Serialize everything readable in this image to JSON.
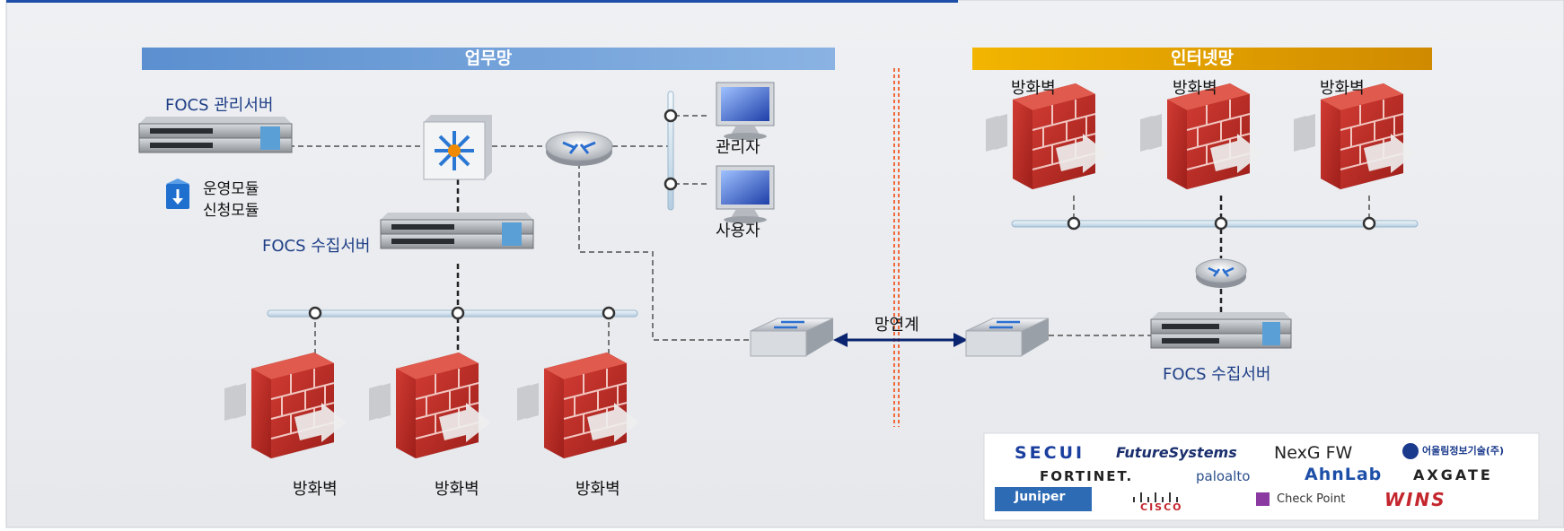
{
  "zones": {
    "business": {
      "title": "업무망"
    },
    "internet": {
      "title": "인터넷망"
    }
  },
  "labels": {
    "focs_mgmt_server": "FOCS 관리서버",
    "ops_module": "운영모듈",
    "request_module": "신청모듈",
    "focs_collect_server_left": "FOCS 수집서버",
    "focs_collect_server_right": "FOCS 수집서버",
    "admin": "관리자",
    "user": "사용자",
    "network_link": "망연계",
    "firewall": "방화벽"
  },
  "vendors": {
    "secui": "SECUI",
    "future_systems": "FutureSystems",
    "nexg": "NexG FW",
    "eoullim": "어울림정보기술(주)",
    "fortinet": "FORTINET.",
    "paloalto": "paloalto",
    "ahnlab": "AhnLab",
    "axgate": "AXGATE",
    "juniper": "Juniper",
    "cisco": "CISCO",
    "checkpoint": "Check Point",
    "wins": "WINS"
  },
  "colors": {
    "business_band": "#6f9fd6",
    "internet_band": "#e3a100",
    "firewall_red": "#c0302a",
    "link_arrow": "#0b2470",
    "divider": "#f06a3c",
    "label_blue": "#1f3f86"
  }
}
